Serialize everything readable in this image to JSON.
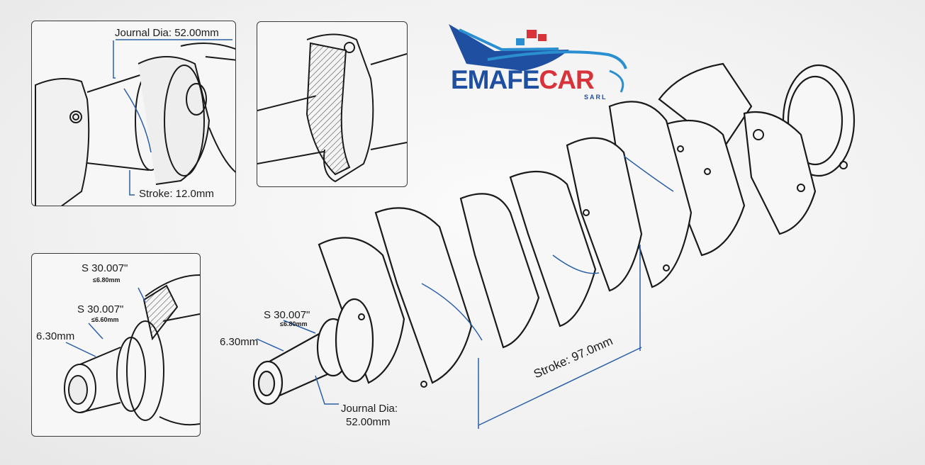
{
  "brand": {
    "name_part1": "EMAFE",
    "name_part2": "CAR",
    "suffix": "SARL",
    "colors": {
      "primary": "#1f4fa0",
      "accent": "#2a8fd0",
      "containers": "#d8323a"
    }
  },
  "insets": {
    "journal": {
      "dia_label": "Journal Dia: 52.00mm",
      "stroke_label": "Stroke: 12.0mm"
    },
    "section": {},
    "snout": {
      "spec1": "S 30.007\"",
      "spec1_sub": "≤6.80mm",
      "spec2": "S 30.007\"",
      "spec2_sub": "≤6.60mm",
      "len_label": "6.30mm"
    }
  },
  "main": {
    "len_label": "6.30mm",
    "spec": "S 30.007\"",
    "spec_sub": "≤6.80mm",
    "journal_label_line1": "Journal Dia:",
    "journal_label_line2": "52.00mm",
    "stroke_label": "Stroke: 97.0mm"
  },
  "colors": {
    "line": "#1a1a1a",
    "dimension": "#2b5fa8",
    "hatch": "#555555"
  }
}
